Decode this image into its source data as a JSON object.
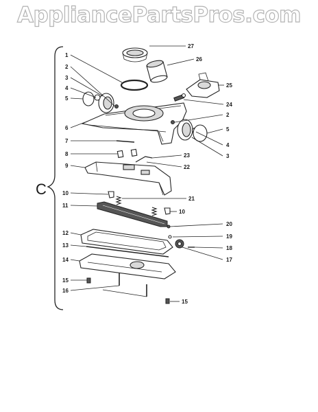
{
  "watermark": "AppliancePartsPros.com",
  "group_label": "C",
  "callouts": [
    {
      "id": "l27",
      "text": "27"
    },
    {
      "id": "l1",
      "text": "1"
    },
    {
      "id": "l26",
      "text": "26"
    },
    {
      "id": "l2a",
      "text": "2"
    },
    {
      "id": "l3a",
      "text": "3"
    },
    {
      "id": "l25",
      "text": "25"
    },
    {
      "id": "l4a",
      "text": "4"
    },
    {
      "id": "l5a",
      "text": "5"
    },
    {
      "id": "l24",
      "text": "24"
    },
    {
      "id": "l2b",
      "text": "2"
    },
    {
      "id": "l6",
      "text": "6"
    },
    {
      "id": "l5b",
      "text": "5"
    },
    {
      "id": "l7",
      "text": "7"
    },
    {
      "id": "l4b",
      "text": "4"
    },
    {
      "id": "l8",
      "text": "8"
    },
    {
      "id": "l23",
      "text": "23"
    },
    {
      "id": "l3b",
      "text": "3"
    },
    {
      "id": "l9",
      "text": "9"
    },
    {
      "id": "l22",
      "text": "22"
    },
    {
      "id": "l10a",
      "text": "10"
    },
    {
      "id": "l21",
      "text": "21"
    },
    {
      "id": "l11",
      "text": "11"
    },
    {
      "id": "l10b",
      "text": "10"
    },
    {
      "id": "l20",
      "text": "20"
    },
    {
      "id": "l12",
      "text": "12"
    },
    {
      "id": "l19",
      "text": "19"
    },
    {
      "id": "l13",
      "text": "13"
    },
    {
      "id": "l18",
      "text": "18"
    },
    {
      "id": "l14",
      "text": "14"
    },
    {
      "id": "l17",
      "text": "17"
    },
    {
      "id": "l15a",
      "text": "15"
    },
    {
      "id": "l16",
      "text": "16"
    },
    {
      "id": "l15b",
      "text": "15"
    }
  ]
}
